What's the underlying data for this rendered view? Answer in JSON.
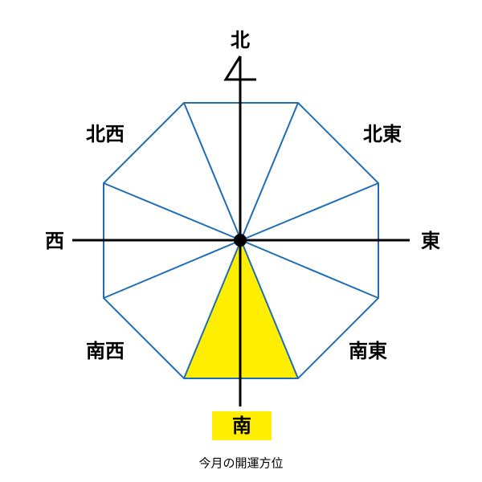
{
  "directions": {
    "north": "北",
    "northeast": "北東",
    "east": "東",
    "southeast": "南東",
    "south": "南",
    "southwest": "南西",
    "west": "西",
    "northwest": "北西"
  },
  "highlighted_direction": "south",
  "caption": "今月の開運方位",
  "colors": {
    "octagon": "#1E6DB5",
    "highlight": "#FFEE00",
    "axis": "#000000"
  }
}
